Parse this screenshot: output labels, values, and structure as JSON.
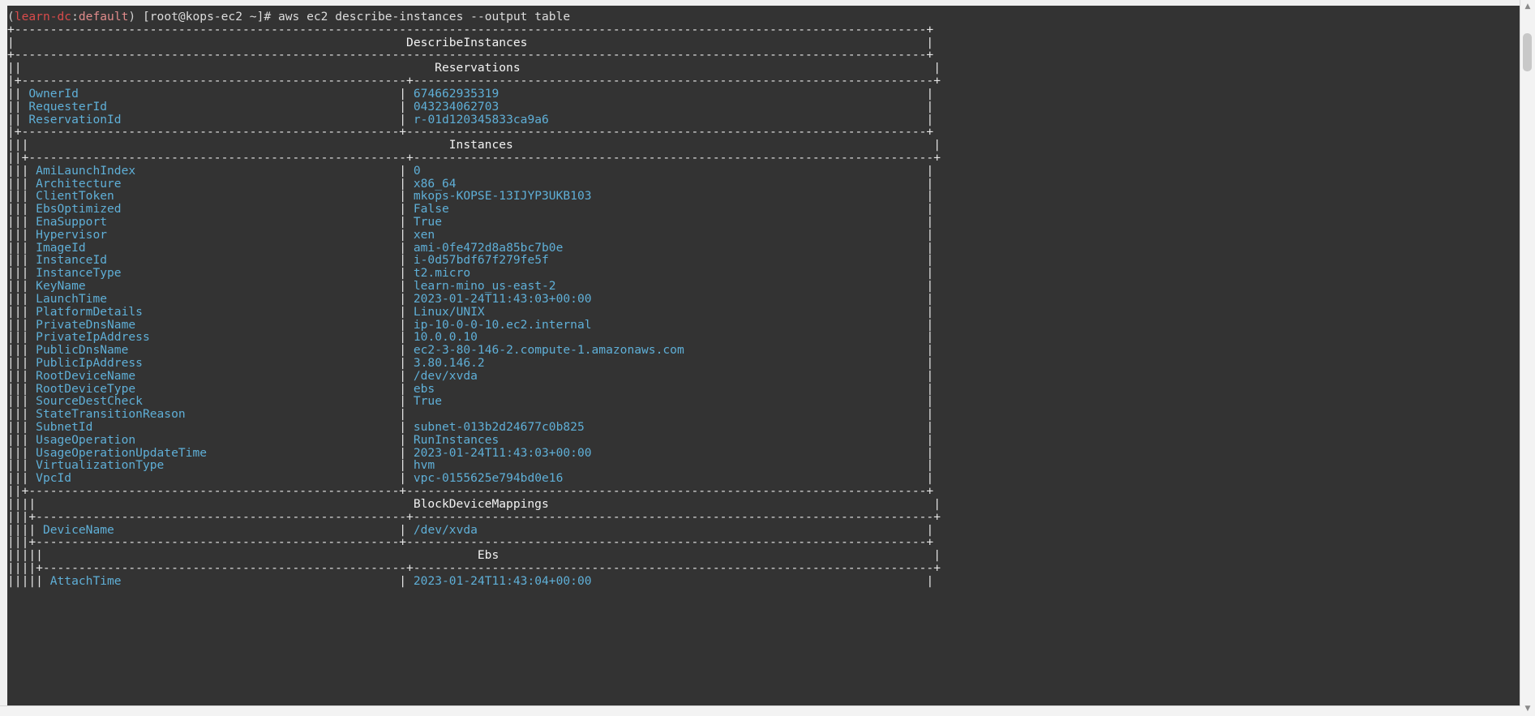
{
  "terminal": {
    "prompt": {
      "open_paren": "(",
      "venv": "learn-dc",
      "colon": ":",
      "profile": "default",
      "close_paren": ")",
      "userhost": " [root@kops-ec2 ~]# ",
      "command": "aws ec2 describe-instances --output table"
    },
    "colors": {
      "background": "#333333",
      "foreground": "#d8d8d8",
      "key_blue": "#5fafd7",
      "border_white": "#e6e6e6",
      "venv_red": "#d94b4b",
      "profile_pink": "#e08b8b"
    },
    "table": {
      "title": "DescribeInstances",
      "sections": [
        {
          "name": "Reservations",
          "rows": [
            {
              "key": "OwnerId",
              "value": "674662935319"
            },
            {
              "key": "RequesterId",
              "value": "043234062703"
            },
            {
              "key": "ReservationId",
              "value": "r-01d120345833ca9a6"
            }
          ]
        },
        {
          "name": "Instances",
          "rows": [
            {
              "key": "AmiLaunchIndex",
              "value": "0"
            },
            {
              "key": "Architecture",
              "value": "x86_64"
            },
            {
              "key": "ClientToken",
              "value": "mkops-KOPSE-13IJYP3UKB103"
            },
            {
              "key": "EbsOptimized",
              "value": "False"
            },
            {
              "key": "EnaSupport",
              "value": "True"
            },
            {
              "key": "Hypervisor",
              "value": "xen"
            },
            {
              "key": "ImageId",
              "value": "ami-0fe472d8a85bc7b0e"
            },
            {
              "key": "InstanceId",
              "value": "i-0d57bdf67f279fe5f"
            },
            {
              "key": "InstanceType",
              "value": "t2.micro"
            },
            {
              "key": "KeyName",
              "value": "learn-mino_us-east-2"
            },
            {
              "key": "LaunchTime",
              "value": "2023-01-24T11:43:03+00:00"
            },
            {
              "key": "PlatformDetails",
              "value": "Linux/UNIX"
            },
            {
              "key": "PrivateDnsName",
              "value": "ip-10-0-0-10.ec2.internal"
            },
            {
              "key": "PrivateIpAddress",
              "value": "10.0.0.10"
            },
            {
              "key": "PublicDnsName",
              "value": "ec2-3-80-146-2.compute-1.amazonaws.com"
            },
            {
              "key": "PublicIpAddress",
              "value": "3.80.146.2"
            },
            {
              "key": "RootDeviceName",
              "value": "/dev/xvda"
            },
            {
              "key": "RootDeviceType",
              "value": "ebs"
            },
            {
              "key": "SourceDestCheck",
              "value": "True"
            },
            {
              "key": "StateTransitionReason",
              "value": ""
            },
            {
              "key": "SubnetId",
              "value": "subnet-013b2d24677c0b825"
            },
            {
              "key": "UsageOperation",
              "value": "RunInstances"
            },
            {
              "key": "UsageOperationUpdateTime",
              "value": "2023-01-24T11:43:03+00:00"
            },
            {
              "key": "VirtualizationType",
              "value": "hvm"
            },
            {
              "key": "VpcId",
              "value": "vpc-0155625e794bd0e16"
            }
          ]
        },
        {
          "name": "BlockDeviceMappings",
          "rows": [
            {
              "key": "DeviceName",
              "value": "/dev/xvda"
            }
          ]
        },
        {
          "name": "Ebs",
          "rows": [
            {
              "key": "AttachTime",
              "value": "2023-01-24T11:43:04+00:00"
            }
          ]
        }
      ]
    },
    "scrollbar": {
      "up_arrow": "▲",
      "down_arrow": "▼"
    }
  }
}
